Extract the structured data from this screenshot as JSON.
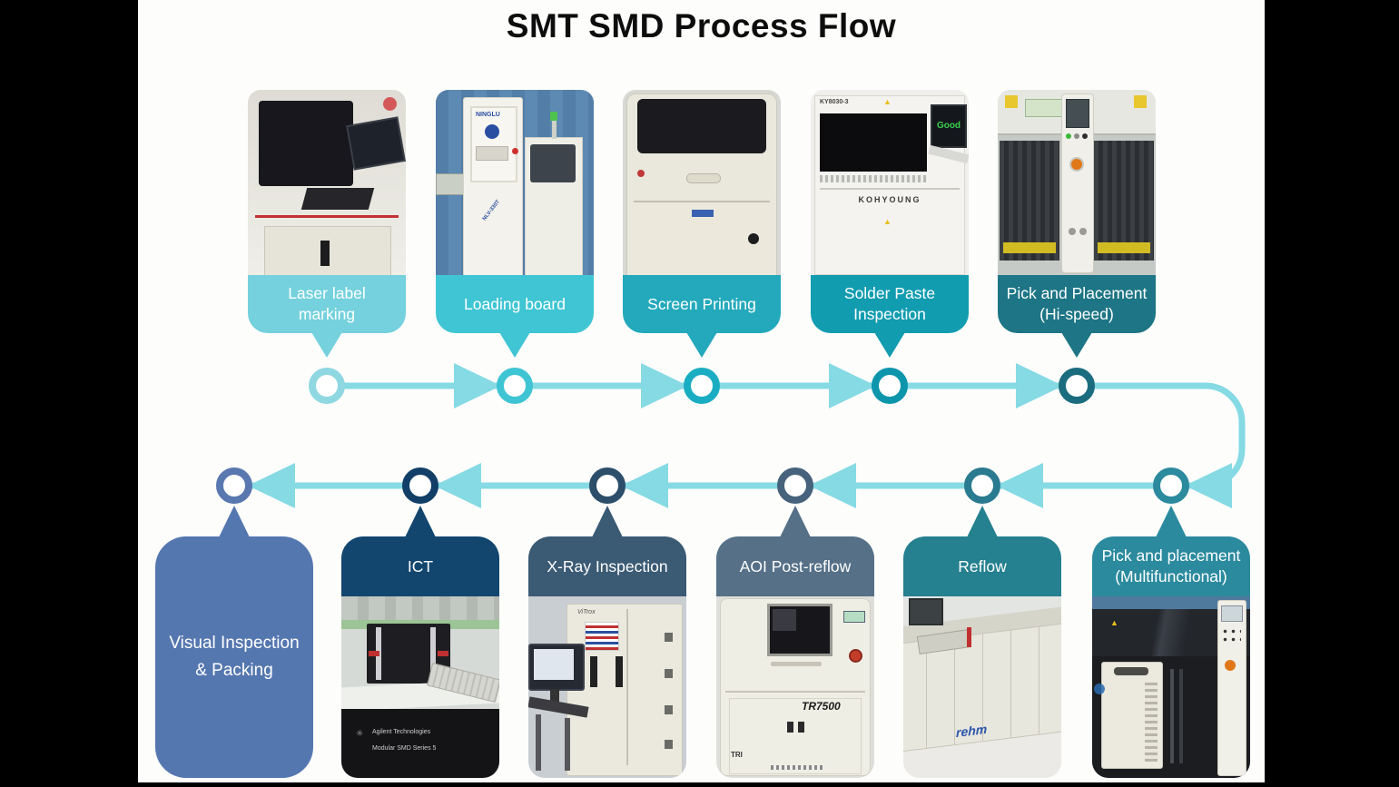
{
  "title": "SMT SMD Process Flow",
  "flow": {
    "line_color": "#85dae4",
    "top_stages": [
      {
        "lines": [
          "Laser label",
          "marking"
        ],
        "color": "#74d1dd",
        "circle_color": "#8fd8e2"
      },
      {
        "lines": [
          "Loading board"
        ],
        "color": "#3fc5d3",
        "circle_color": "#3fc4d4"
      },
      {
        "lines": [
          "Screen Printing"
        ],
        "color": "#23a9bb",
        "circle_color": "#1aadc2"
      },
      {
        "lines": [
          "Solder Paste",
          "Inspection"
        ],
        "color": "#129cb0",
        "circle_color": "#0d95ab"
      },
      {
        "lines": [
          "Pick and Placement",
          "(Hi-speed)"
        ],
        "color": "#1d7585",
        "circle_color": "#1b6c7e"
      }
    ],
    "bottom_stages": [
      {
        "lines": [
          "Visual Inspection",
          "& Packing"
        ],
        "color": "#5577b0",
        "circle_color": "#5a78b0"
      },
      {
        "lines": [
          "ICT"
        ],
        "color": "#12466f",
        "circle_color": "#123f68"
      },
      {
        "lines": [
          "X-Ray Inspection"
        ],
        "color": "#3b5a74",
        "circle_color": "#2c4e6a"
      },
      {
        "lines": [
          "AOI Post-reflow"
        ],
        "color": "#557087",
        "circle_color": "#47627c"
      },
      {
        "lines": [
          "Reflow"
        ],
        "color": "#25808f",
        "circle_color": "#2a7a90"
      },
      {
        "lines": [
          "Pick and placement",
          "(Multifunctional)"
        ],
        "color": "#2b8a9e",
        "circle_color": "#2b8a9e"
      }
    ]
  },
  "photo_texts": {
    "loading_brand": "NINGLU",
    "loading_model": "NLV-330T",
    "spi_model": "KY8030-3",
    "spi_brand": "KOHYOUNG",
    "spi_status": "Good",
    "ict_brand": "Agilent Technologies",
    "ict_model": "Modular SMD Series 5",
    "xray_brand": "ViTrox",
    "aoi_model": "TR7500",
    "aoi_brand": "TRI",
    "reflow_brand": "rehm"
  }
}
